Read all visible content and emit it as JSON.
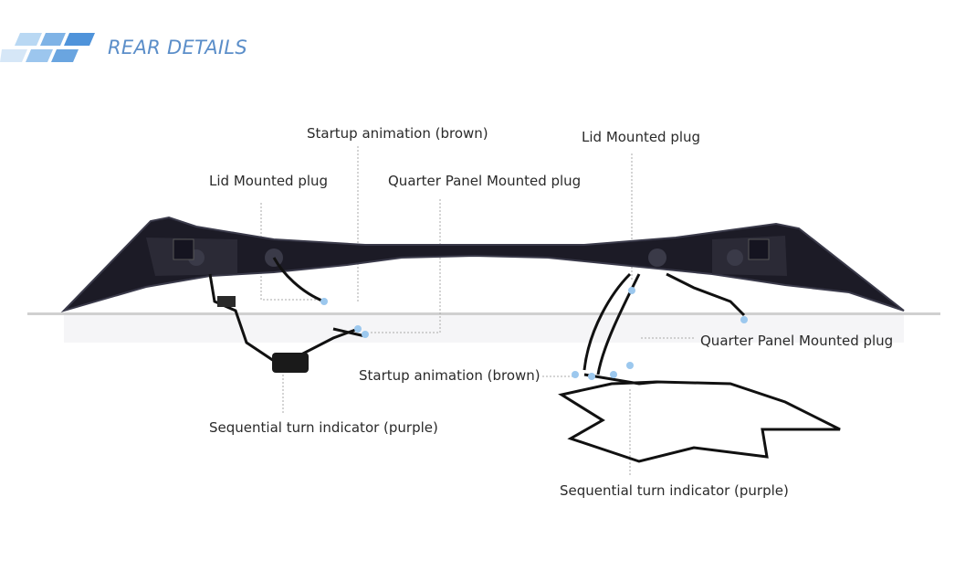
{
  "header": {
    "title": "REAR DETAILS"
  },
  "labels": {
    "startup_top": "Startup animation (brown)",
    "lid_right": "Lid Mounted plug",
    "lid_left": "Lid Mounted plug",
    "quarter_top": "Quarter Panel Mounted plug",
    "quarter_right": "Quarter Panel Mounted plug",
    "startup_mid": "Startup animation (brown)",
    "seq_left": "Sequential turn indicator (purple)",
    "seq_right": "Sequential turn indicator (purple)"
  },
  "colors": {
    "accent": "#5b8ec9",
    "lamp": "#1c1b26",
    "wire": "#111111",
    "connector": "#9cc8ee"
  }
}
